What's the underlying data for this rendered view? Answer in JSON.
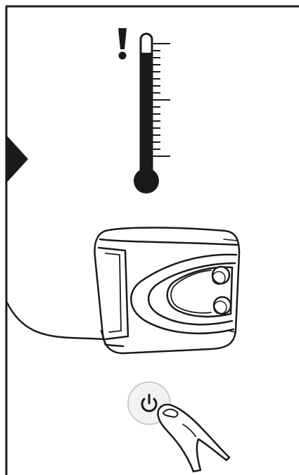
{
  "diagram": {
    "panels": [
      {
        "id": "temperature",
        "icons": [
          "warning-exclamation-icon",
          "thermometer-icon",
          "arrow-right-icon"
        ],
        "thermometer_level": 0.9
      },
      {
        "id": "controller",
        "icons": [
          "remote-controller-icon",
          "cable-icon"
        ],
        "button_count": 2
      },
      {
        "id": "power",
        "icons": [
          "power-icon",
          "finger-press-icon"
        ]
      }
    ],
    "colors": {
      "ink": "#1a1a1a",
      "background": "#ffffff"
    }
  }
}
